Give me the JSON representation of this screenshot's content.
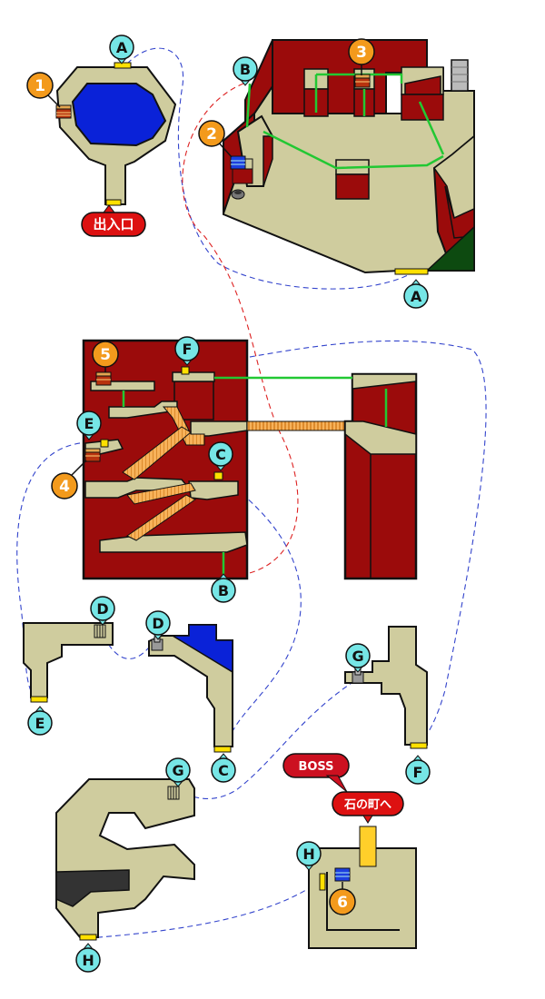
{
  "connectors": {
    "A": "A",
    "B": "B",
    "C": "C",
    "D": "D",
    "E": "E",
    "F": "F",
    "G": "G",
    "H": "H"
  },
  "treasures": {
    "t1": "1",
    "t2": "2",
    "t3": "3",
    "t4": "4",
    "t5": "5",
    "t6": "6"
  },
  "labels": {
    "entrance": "出入口",
    "boss": "BOSS",
    "to_stone_town": "石の町へ"
  },
  "colors": {
    "floor": "#cfcc9e",
    "wall": "#9b0b0b",
    "water": "#0a22d8",
    "connector_fill": "#76e6e6",
    "treasure_fill": "#f39a1c",
    "callout_red": "#dd1111",
    "path_green": "#22c833",
    "route_blue": "#3344cc",
    "route_red": "#dd2222",
    "exit_yellow": "#ffe000"
  },
  "icons": [
    "chest-icon",
    "save-point-icon",
    "ladder-icon",
    "pot-icon",
    "pillar-icon"
  ]
}
